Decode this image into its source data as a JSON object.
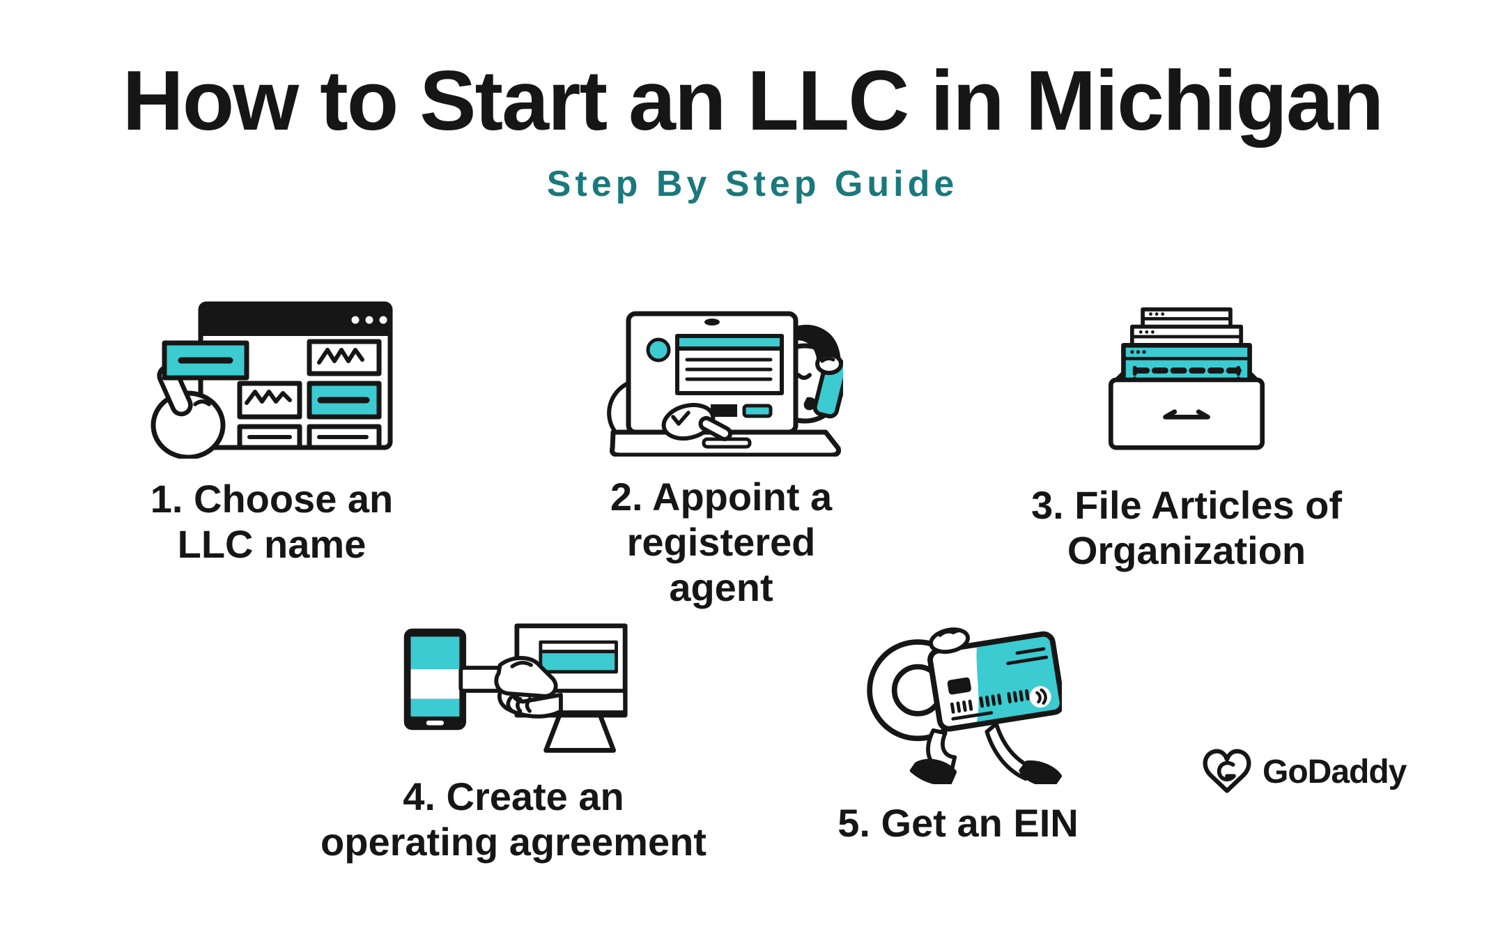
{
  "header": {
    "title": "How to Start an LLC in Michigan",
    "subtitle": "Step By Step Guide"
  },
  "steps": [
    {
      "number": "1",
      "label": "1. Choose an LLC name",
      "icon": "pointing-hand-browser-icon"
    },
    {
      "number": "2",
      "label": "2. Appoint a registered agent",
      "icon": "person-phone-laptop-icon"
    },
    {
      "number": "3",
      "label": "3. File Articles of Organization",
      "icon": "file-drawer-documents-icon"
    },
    {
      "number": "4",
      "label": "4. Create an operating agreement",
      "icon": "tablet-monitor-handshake-icon"
    },
    {
      "number": "5",
      "label": "5. Get an EIN",
      "icon": "walking-credit-card-icon"
    }
  ],
  "branding": {
    "logo_text": "GoDaddy",
    "logo_icon": "godaddy-heart-icon"
  },
  "colors": {
    "ink": "#161616",
    "accent_teal": "#3BCBD1",
    "subtitle_teal": "#19797C",
    "background": "#FFFFFF"
  }
}
